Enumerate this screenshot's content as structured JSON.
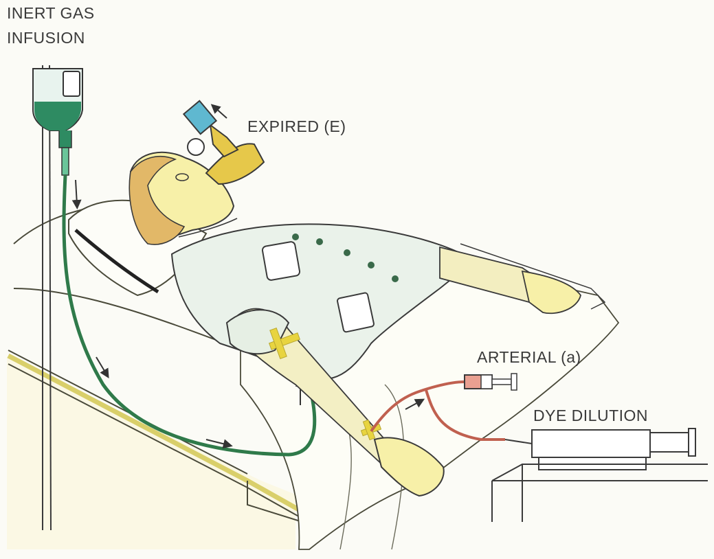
{
  "labels": {
    "inert_gas_line1": "INERT GAS",
    "inert_gas_line2": "INFUSION",
    "expired": "EXPIRED (E)",
    "arterial": "ARTERIAL (a)",
    "dye_dilution": "DYE DILUTION"
  },
  "colors": {
    "background": "#fbfbf6",
    "ink": "#3a3a3a",
    "infusion_tube": "#2f7a4a",
    "infusion_fluid": "#2e8b62",
    "arterial_tube": "#c0604f",
    "mouthpiece": "#e6c84a",
    "skin": "#f7f0a8",
    "hair": "#e2b868",
    "gown": "#eaf2ea",
    "bed": "#f5efb0",
    "tape": "#e8d440",
    "filter": "#5fb8d0"
  },
  "icons": [
    "iv-bag-icon",
    "iv-pole-icon",
    "flow-arrow-icon",
    "syringe-icon",
    "mouthpiece-icon"
  ]
}
